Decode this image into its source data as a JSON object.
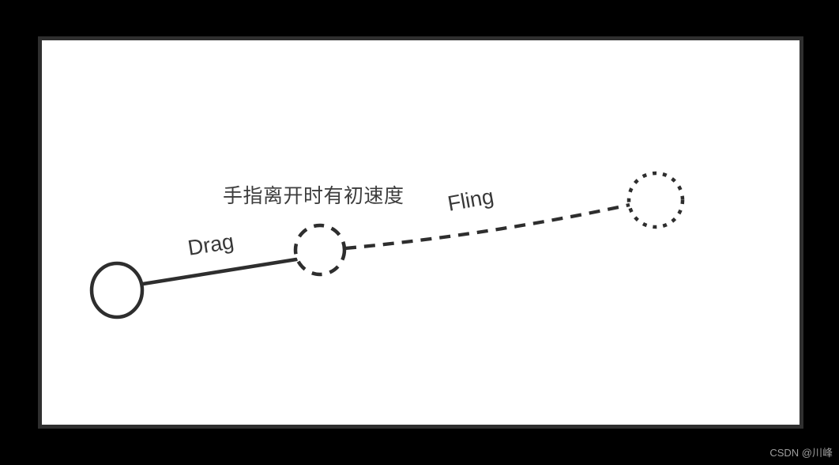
{
  "page": {
    "background_color": "#000000",
    "watermark_text": "CSDN @川峰",
    "watermark_color": "#9e9e9e"
  },
  "board": {
    "background_color": "#ffffff",
    "border_color": "#2f2f2f",
    "stroke_color": "#2e2e2e",
    "text_color": "#3d3d3d"
  },
  "diagram": {
    "annotation": "手指离开时有初速度",
    "nodes": [
      {
        "name": "touch-start-circle",
        "outline": "solid"
      },
      {
        "name": "finger-release-circle",
        "outline": "dashed"
      },
      {
        "name": "fling-end-circle",
        "outline": "dotted"
      }
    ],
    "edges": [
      {
        "label": "Drag",
        "line_style": "solid",
        "from": "touch-start-circle",
        "to": "finger-release-circle"
      },
      {
        "label": "Fling",
        "line_style": "dashed",
        "from": "finger-release-circle",
        "to": "fling-end-circle"
      }
    ]
  }
}
